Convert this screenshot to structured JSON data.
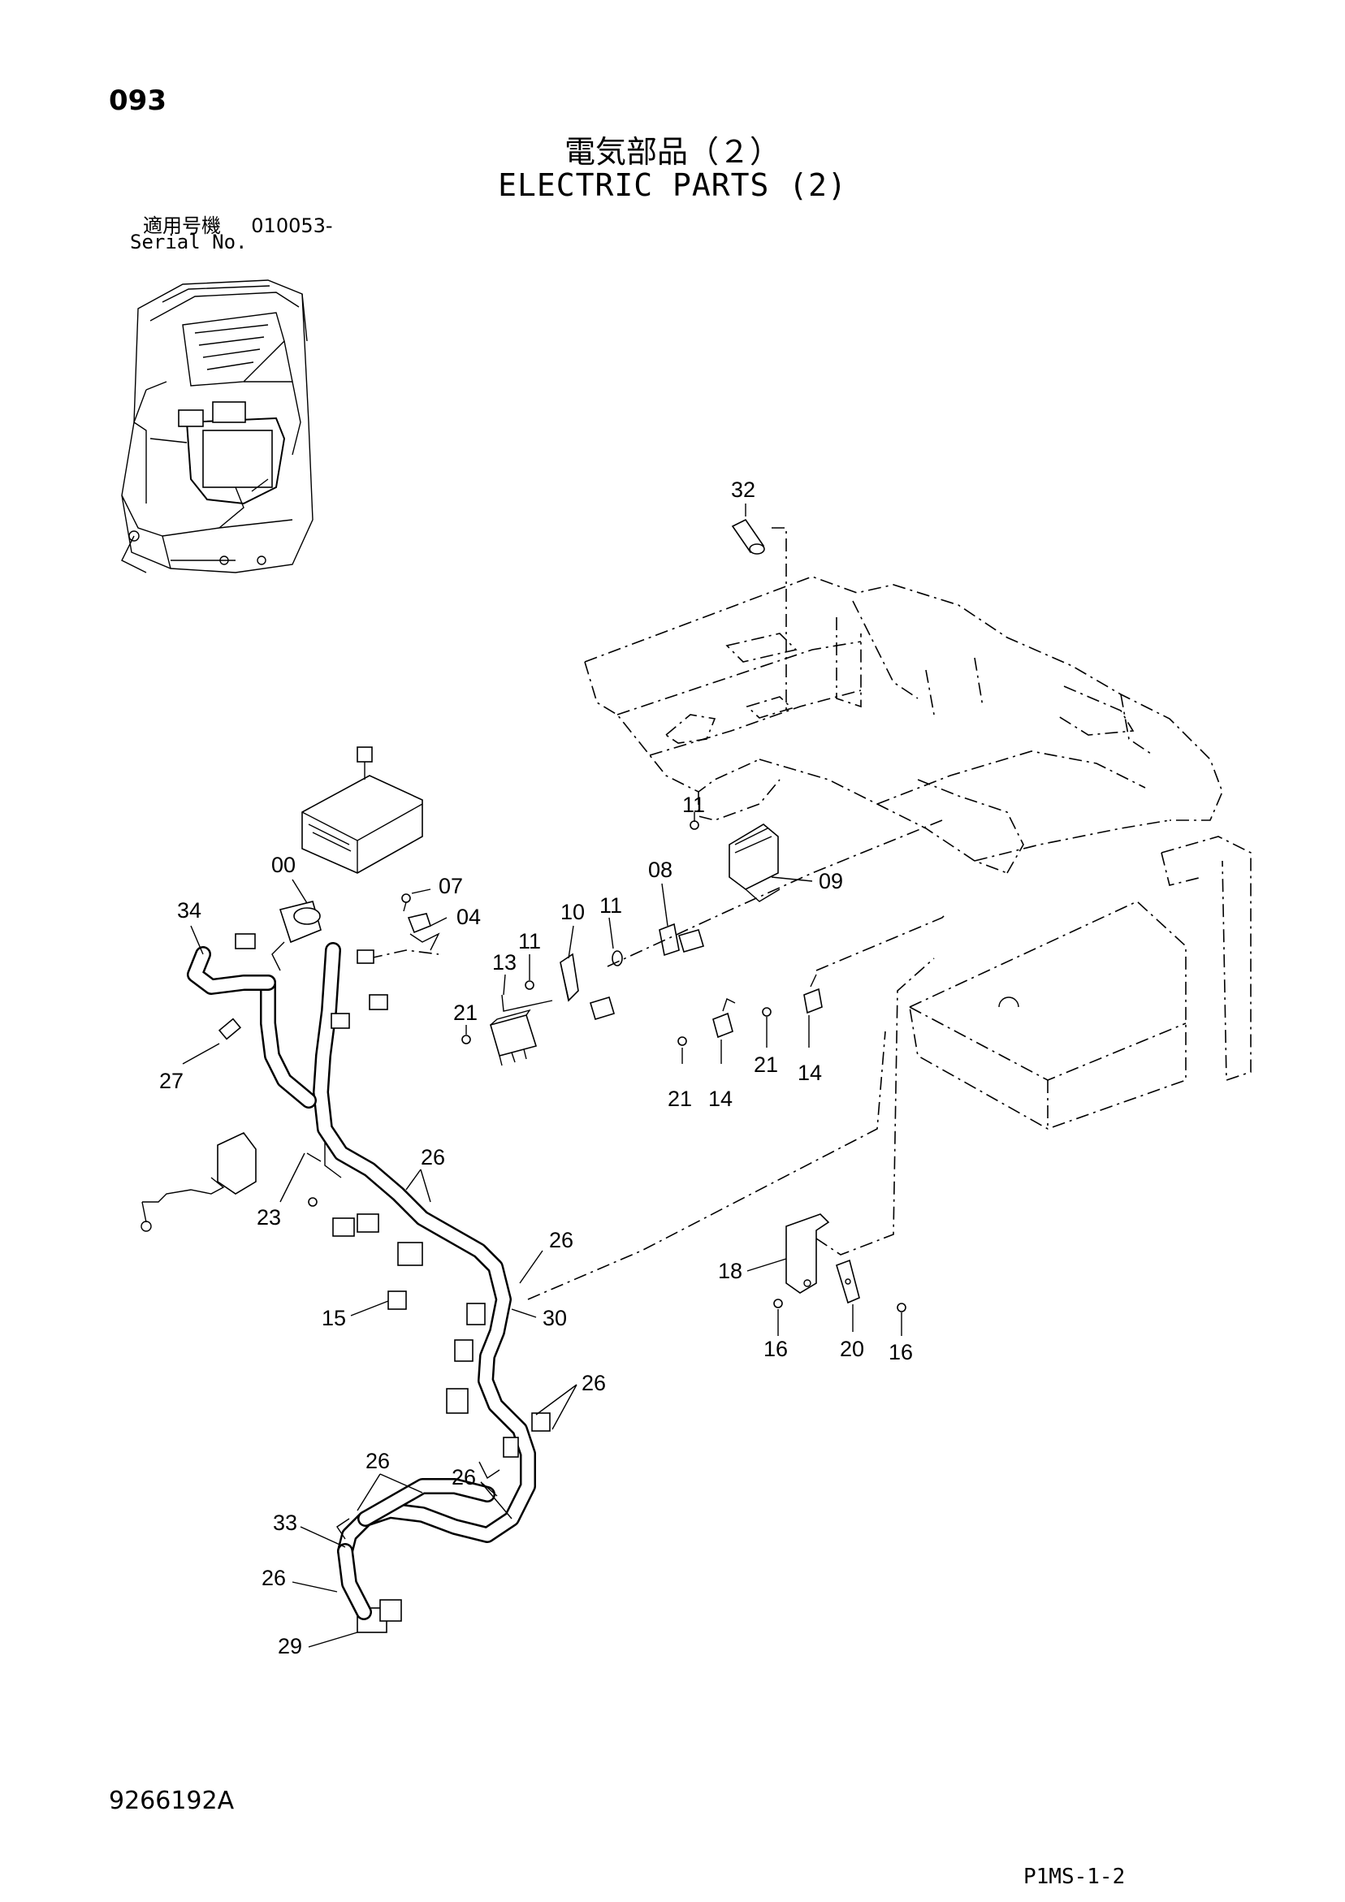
{
  "header": {
    "page_number": "093",
    "title_jp": "電気部品（２）",
    "title_en": "ELECTRIC PARTS (2)",
    "serial_label_jp": "適用号機",
    "serial_value": "010053-",
    "serial_label_en": "Serial No."
  },
  "footer": {
    "document_number": "9266192A",
    "sheet_code": "P1MS-1-2"
  },
  "callouts": [
    "32",
    "11",
    "08",
    "09",
    "00",
    "07",
    "04",
    "34",
    "10",
    "11",
    "11",
    "13",
    "21",
    "21",
    "14",
    "21",
    "14",
    "21",
    "14",
    "27",
    "26",
    "23",
    "26",
    "15",
    "30",
    "18",
    "16",
    "20",
    "16",
    "26",
    "26",
    "26",
    "33",
    "26",
    "29"
  ]
}
